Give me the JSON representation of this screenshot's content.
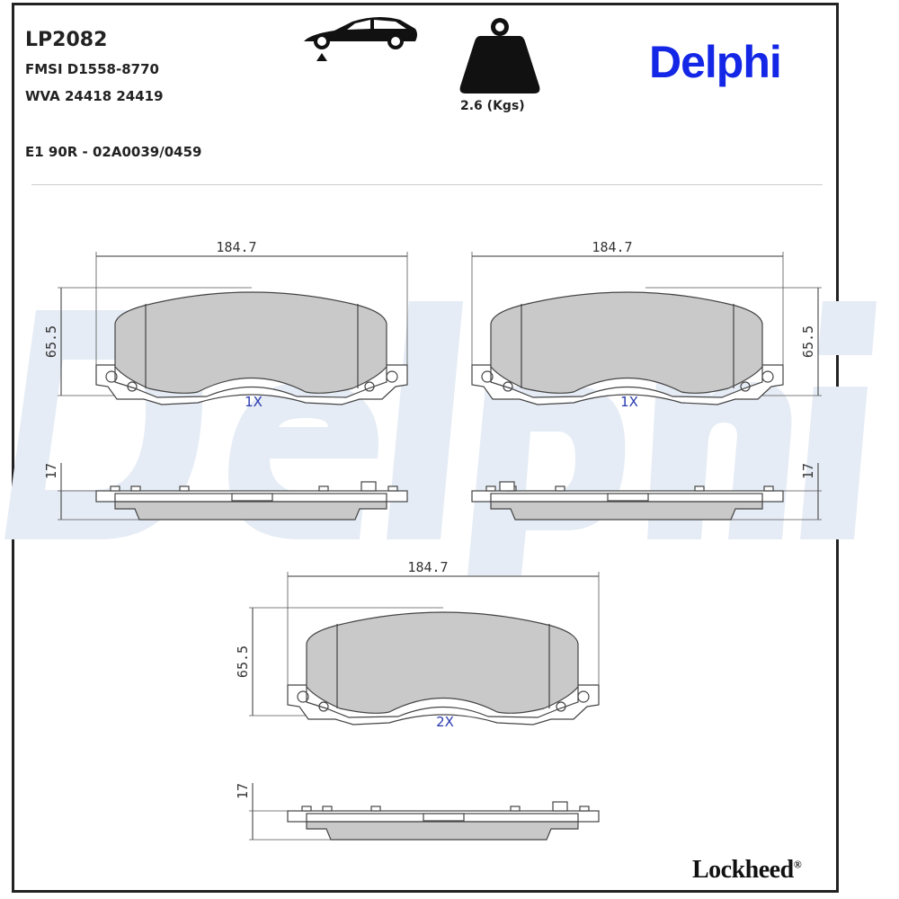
{
  "header": {
    "part_number": "LP2082",
    "fmsi": "FMSI D1558-8770",
    "wva": "WVA 24418 24419",
    "approval": "E1 90R - 02A0039/0459",
    "weight": "2.6 (Kgs)"
  },
  "icons": {
    "vehicle": "car-front-axle-icon",
    "weight": "weight-icon"
  },
  "brand": {
    "logo": "Delphi",
    "watermark": "Delphi",
    "footer_logo": "Lockheed",
    "registered": "®",
    "logo_color": "#1426e6"
  },
  "pads": [
    {
      "width": "184.7",
      "height": "65.5",
      "thickness": "17",
      "quantity": "1X"
    },
    {
      "width": "184.7",
      "height": "65.5",
      "thickness": "17",
      "quantity": "1X"
    },
    {
      "width": "184.7",
      "height": "65.5",
      "thickness": "17",
      "quantity": "2X"
    }
  ]
}
